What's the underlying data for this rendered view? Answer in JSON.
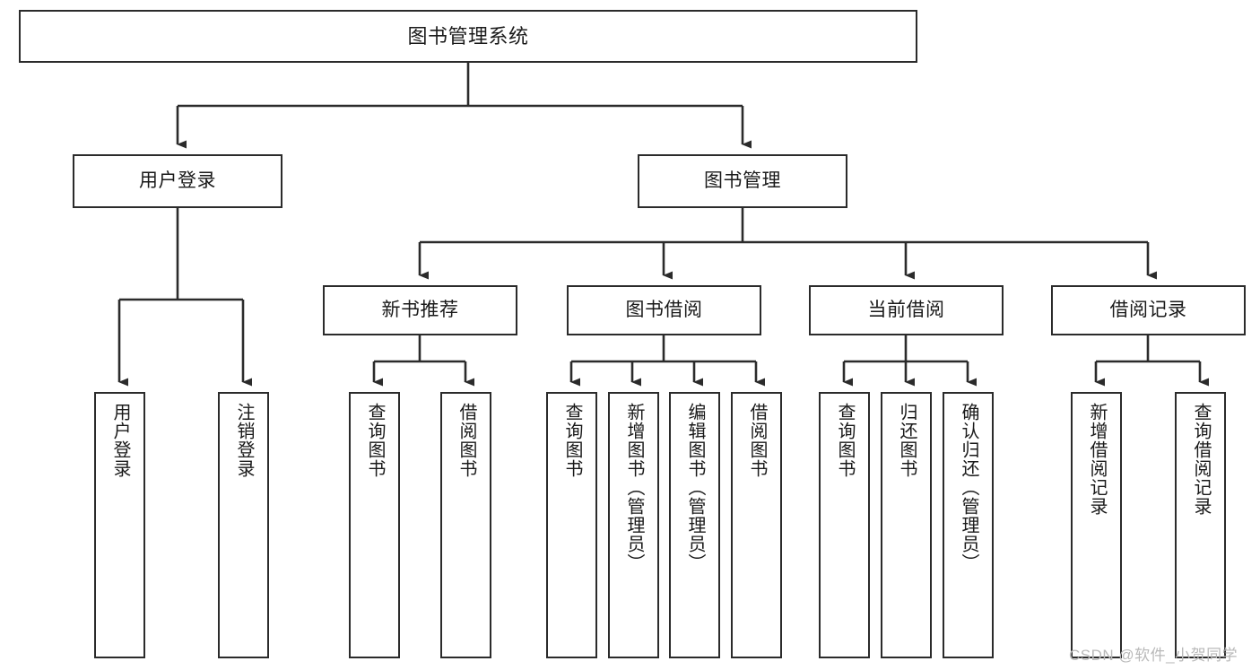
{
  "diagram": {
    "title": "图书管理系统",
    "type": "tree-hierarchy-chart",
    "watermark": "CSDN @软件_小贺同学",
    "root": {
      "label": "图书管理系统"
    },
    "level2": [
      {
        "label": "用户登录"
      },
      {
        "label": "图书管理"
      }
    ],
    "level3": [
      {
        "label": "新书推荐"
      },
      {
        "label": "图书借阅"
      },
      {
        "label": "当前借阅"
      },
      {
        "label": "借阅记录"
      }
    ],
    "leaves": [
      {
        "label": "用户登录"
      },
      {
        "label": "注销登录"
      },
      {
        "label": "查询图书"
      },
      {
        "label": "借阅图书"
      },
      {
        "label": "查询图书"
      },
      {
        "label": "新增图书（管理员）"
      },
      {
        "label": "编辑图书（管理员）"
      },
      {
        "label": "借阅图书"
      },
      {
        "label": "查询图书"
      },
      {
        "label": "归还图书"
      },
      {
        "label": "确认归还（管理员）"
      },
      {
        "label": "新增借阅记录"
      },
      {
        "label": "查询借阅记录"
      }
    ],
    "colors": {
      "stroke": "#2b2b2b",
      "fill": "#ffffff",
      "text": "#1a1a1a",
      "watermark": "#b9b9b9"
    }
  }
}
